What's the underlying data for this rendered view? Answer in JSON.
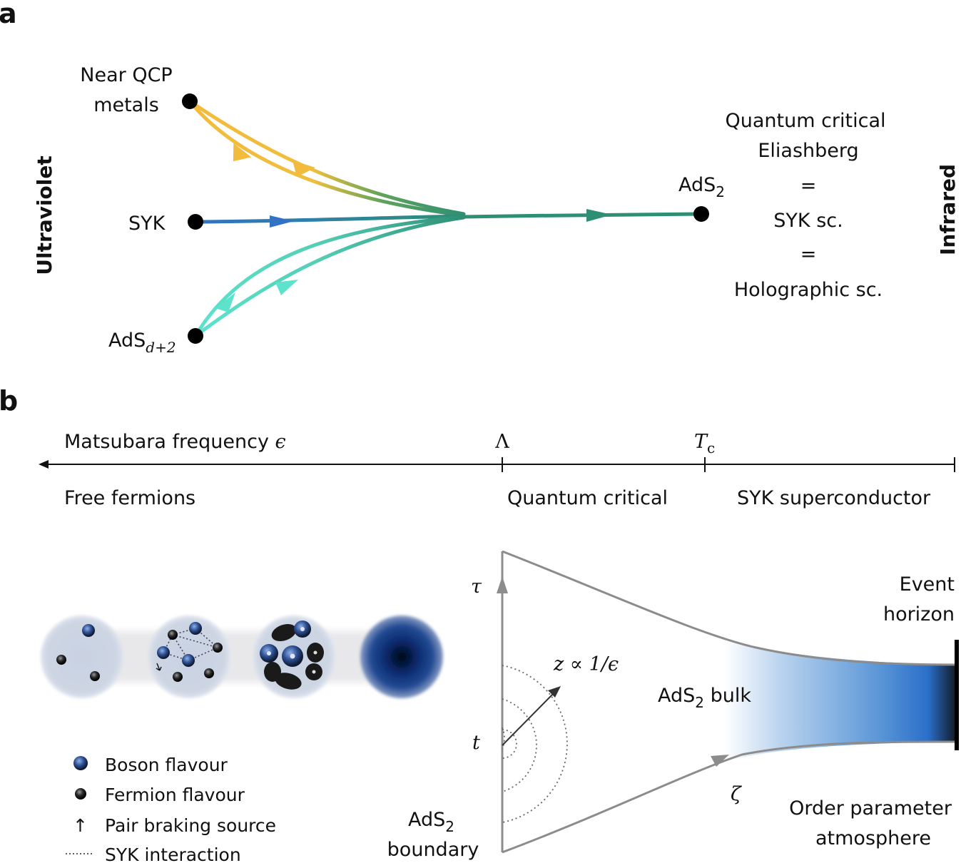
{
  "panel_a": {
    "label": "a",
    "ultraviolet": "Ultraviolet",
    "infrared": "Infrared",
    "near_qcp_line1": "Near QCP",
    "near_qcp_line2": "metals",
    "syk": "SYK",
    "ads_d2_base": "AdS",
    "ads_d2_sub": "d+2",
    "ads2_base": "AdS",
    "ads2_sub": "2",
    "equiv_line1": "Quantum critical",
    "equiv_line2": "Eliashberg",
    "equiv_eq1": "=",
    "equiv_line3": "SYK sc.",
    "equiv_eq2": "=",
    "equiv_line4": "Holographic sc."
  },
  "panel_b": {
    "label": "b",
    "axis_title_text": "Matsubara frequency ",
    "axis_title_symbol": "ϵ",
    "lambda": "Λ",
    "tc_base": "T",
    "tc_sub": "c",
    "region_free": "Free fermions",
    "region_qc": "Quantum critical",
    "region_syk": "SYK superconductor",
    "tau": "τ",
    "t": "t",
    "z_rel": "z ∝ 1/ϵ",
    "zeta": "ζ",
    "bulk_base": "AdS",
    "bulk_sub": "2",
    "bulk_rest": " bulk",
    "boundary_base": "AdS",
    "boundary_sub": "2",
    "boundary_line2": "boundary",
    "event_line1": "Event",
    "event_line2": "horizon",
    "order_line1": "Order parameter",
    "order_line2": "atmosphere",
    "legend": {
      "boson": "Boson  flavour",
      "fermion": "Fermion flavour",
      "pair_icon": "↑",
      "pair": "Pair braking source",
      "syk": "SYK interaction"
    }
  },
  "colors": {
    "yellow": "#f2bb3c",
    "blue": "#3272c2",
    "cyan": "#5de3cc",
    "green": "#2e8f74",
    "bulk_blue": "#2a6fc9",
    "boson": "#2d4f92",
    "fermion": "#222222"
  }
}
